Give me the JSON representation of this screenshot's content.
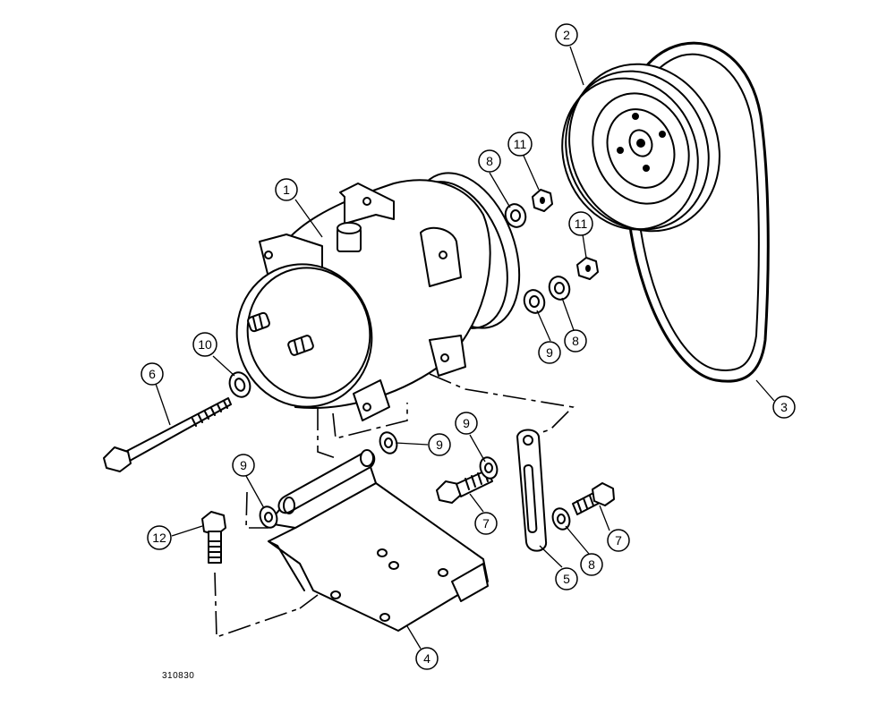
{
  "callouts": {
    "c1": "1",
    "c2": "2",
    "c3": "3",
    "c4": "4",
    "c5": "5",
    "c6": "6",
    "c7a": "7",
    "c7b": "7",
    "c8a": "8",
    "c8b": "8",
    "c8c": "8",
    "c9a": "9",
    "c9b": "9",
    "c9c": "9",
    "c9d": "9",
    "c10": "10",
    "c11a": "11",
    "c11b": "11",
    "c12": "12"
  },
  "figure_ref": "310830"
}
